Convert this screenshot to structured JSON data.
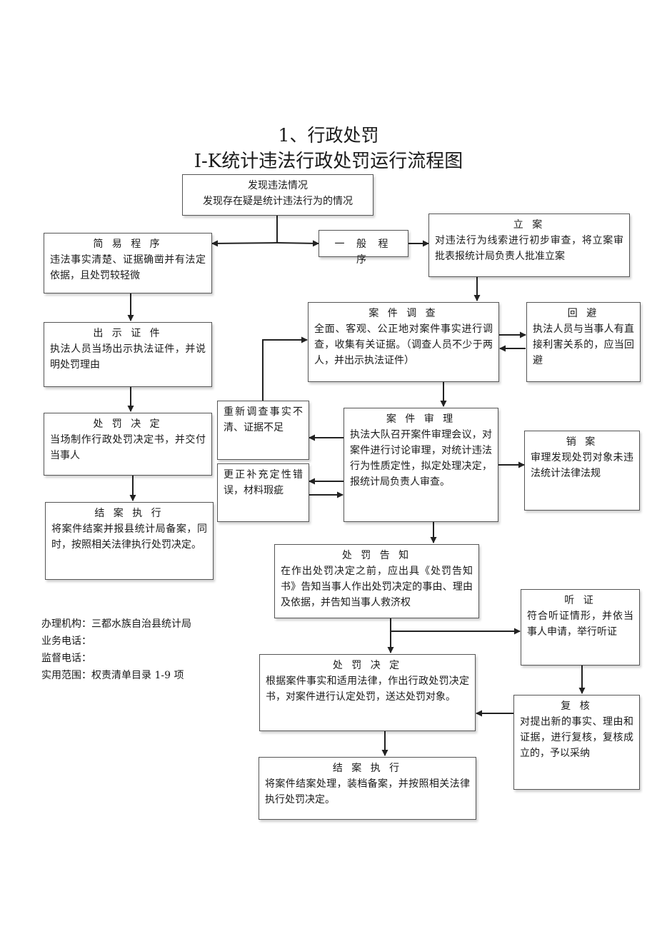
{
  "title": {
    "line1": "1、行政处罚",
    "line2": "I-K统计违法行政处罚运行流程图"
  },
  "boxes": {
    "discover": {
      "head": "发现违法情况",
      "body": "发现存在疑是统计违法行为的情况"
    },
    "simple": {
      "head": "简 易 程 序",
      "body": "违法事实清楚、证据确凿并有法定依据，且处罚较轻微"
    },
    "general": {
      "head": "一 般 程 序"
    },
    "register": {
      "head": "立 案",
      "body": "对违法行为线索进行初步审查，将立案审批表报统计局负责人批准立案"
    },
    "show_cert": {
      "head": "出 示 证 件",
      "body": "执法人员当场出示执法证件，并说明处罚理由"
    },
    "investigate": {
      "head": "案 件 调 查",
      "body": "全面、客观、公正地对案件事实进行调查，收集有关证据。（调查人员不少于两人，并出示执法证件）"
    },
    "recuse": {
      "head": "回 避",
      "body": "执法人员与当事人有直接利害关系的，应当回避"
    },
    "reinvestigate": {
      "body": "重新调查事实不清、证据不足"
    },
    "decision_simple": {
      "head": "处 罚 决 定",
      "body": "当场制作行政处罚决定书，并交付当事人"
    },
    "review": {
      "head": "案 件 审 理",
      "body": "执法大队召开案件审理会议，对案件进行讨论审理，对统计违法行为性质定性，拟定处理决定，报统计局负责人审查。"
    },
    "cancel": {
      "head": "销 案",
      "body": "审理发现处罚对象未违法统计法律法规"
    },
    "correct": {
      "body": "更正补充定性错误，材料瑕疵"
    },
    "close_simple": {
      "head": "结 案 执 行",
      "body": "将案件结案并报县统计局备案，同时，按照相关法律执行处罚决定。"
    },
    "notify": {
      "head": "处 罚 告 知",
      "body": "在作出处罚决定之前，应出具《处罚告知书》告知当事人作出处罚决定的事由、理由及依据，并告知当事人救济权"
    },
    "hearing": {
      "head": "听 证",
      "body": "符合听证情形，并依当事人申请，举行听证"
    },
    "decision_general": {
      "head": "处 罚 决 定",
      "body": "根据案件事实和适用法律，作出行政处罚决定书，对案件进行认定处罚，送达处罚对象。"
    },
    "reconsider": {
      "head": "复 核",
      "body": "对提出新的事实、理由和证据，进行复核，复核成立的，予以采纳"
    },
    "close_general": {
      "head": "结 案 执 行",
      "body": "将案件结案处理，装档备案，并按照相关法律执行处罚决定。"
    }
  },
  "info": {
    "org": "办理机构：三都水族自治县统计局",
    "phone": "业务电话：",
    "supervise": "监督电话：",
    "scope": "实用范围：权责清单目录 1-9 项"
  }
}
